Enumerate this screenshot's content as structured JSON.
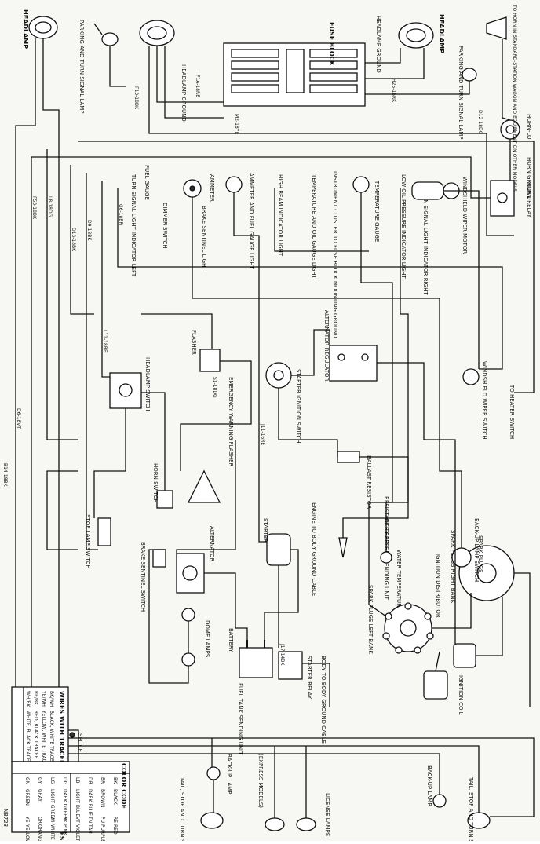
{
  "diagram": {
    "figure_id": "N8723",
    "components": {
      "headlamp_left": "HEADLAMP",
      "headlamp_right": "HEADLAMP",
      "parking_lamp_left": "PARKING AND TURN SIGNAL LAMP",
      "parking_lamp_right": "PARKING AND TURN SIGNAL LAMP",
      "headlamp_ground_left": "HEADLAMP GROUND",
      "headlamp_ground_right": "HEADLAMP GROUND",
      "fuse_block": "FUSE BLOCK",
      "horn_note": "TO HORN IN STANDARD-STATION WAGON AND EQUIPMENT ON OTHER MODELS",
      "horn_lo": "HORN-LO",
      "horn_ground": "HORN GROUND",
      "horn_relay": "HORN RELAY",
      "fuel_gauge": "FUEL GAUGE",
      "turn_signal_left": "TURN SIGNAL LIGHT INDICATOR LEFT",
      "dimmer_switch": "DIMMER SWITCH",
      "ammeter": "AMMETER",
      "ammeter_light": "AMMETER AND FUEL GAUGE LIGHT",
      "brake_light": "BRAKE SENTINEL LIGHT",
      "high_beam": "HIGH BEAM INDICATOR LIGHT",
      "temp_light": "TEMPERATURE AND OIL GAUGE LIGHT",
      "instrument_fuse": "INSTRUMENT CLUSTER TO FUSE BLOCK MOUNTING GROUND",
      "temp_gauge": "TEMPERATURE GAUGE",
      "oil_indicator": "LOW OIL PRESSURE INDICATOR LIGHT",
      "turn_right": "TURN SIGNAL LIGHT INDICATOR RIGHT",
      "wiper_motor": "WINDSHIELD WIPER MOTOR",
      "wiper_switch": "WINDSHIELD WIPER SWITCH",
      "to_heater": "TO HEATER SWITCH",
      "flasher": "FLASHER",
      "emergency": "EMERGENCY WARNING FLASHER",
      "headlamp_switch": "HEADLAMP SWITCH",
      "ignition_switch": "STARTER IGNITION SWITCH",
      "regulator": "ALTERNATOR REGULATOR",
      "ballast": "BALLAST RESISTOR",
      "resistance_wire": "RESISTANCE CABLE",
      "oil_sending": "OIL PRESSURE SENDING UNIT",
      "temp_sending": "WATER TEMPERATURE SENDING UNIT",
      "engine_ground": "ENGINE TO BODY GROUND CABLE",
      "starter": "STARTER",
      "alternator": "ALTERNATOR",
      "battery": "BATTERY",
      "starter_relay": "STARTER RELAY",
      "dome_lamps": "DOME LAMPS",
      "stop_lamp": "STOP LAMP SWITCH",
      "brake_switch": "BRAKE SENTINEL SWITCH",
      "horn_switch": "HORN SWITCH",
      "backup_switch": "BACK-UP LAMP SWITCH",
      "distributor": "IGNITION DISTRIBUTOR",
      "spark_plugs": "SPARK PLUGS",
      "plugs_right": "SPARK PLUGS RIGHT BANK",
      "plugs_left": "SPARK PLUGS LEFT BANK",
      "ignition_coil": "IGNITION COIL",
      "body_ground": "BODY TO BODY GROUND CABLE",
      "fuel_tank": "FUEL TANK SENDING UNIT",
      "tail_left": "TAIL, STOP AND TURN SIGNAL LAMP",
      "tail_right": "TAIL, STOP AND TURN SIGNAL LAMP",
      "backup_left": "BACK-UP LAMP",
      "backup_right": "BACK-UP LAMP",
      "license": "LICENSE LAMPS",
      "express": "(EXPRESS MODELS)",
      "splice": "SPLICE"
    },
    "wire_labels": [
      "F1A-18RE",
      "F13-18BK",
      "D12-18DG",
      "H25-16RK",
      "M2-18YE",
      "D9-18BK",
      "J11-16RE",
      "D13-18BK",
      "B14-18BK",
      "L11-18RE",
      "J17-14BK",
      "L8-18DG",
      "F53-18BK",
      "D6-18VT",
      "G6-18BR",
      "S1-18DG"
    ],
    "tracer_table": {
      "title": "WIRES WITH TRACERS TYPICAL EXAMPLES",
      "rows": [
        [
          "BK/WH",
          "BLACK, WHITE TRACER"
        ],
        [
          "YE/WH",
          "YELLOW, WHITE TRACER"
        ],
        [
          "RE/BK",
          "RED, BLACK TRACER"
        ],
        [
          "WH/BK",
          "WHITE, BLACK TRACER"
        ]
      ]
    },
    "color_code": {
      "title": "COLOR CODE",
      "rows": [
        [
          "BK",
          "BLACK",
          "RE",
          "RED"
        ],
        [
          "BR",
          "BROWN",
          "PU",
          "PURPLE"
        ],
        [
          "DB",
          "DARK BLUE",
          "TN",
          "TAN"
        ],
        [
          "LB",
          "LIGHT BLUE",
          "VT",
          "VIOLET"
        ],
        [
          "DG",
          "DARK GREEN",
          "PK",
          "PINK"
        ],
        [
          "LG",
          "LIGHT GREEN",
          "WH",
          "WHITE"
        ],
        [
          "GY",
          "GRAY",
          "OR",
          "ORANGE"
        ],
        [
          "GN",
          "GREEN",
          "YE",
          "YELLOW"
        ]
      ]
    }
  }
}
